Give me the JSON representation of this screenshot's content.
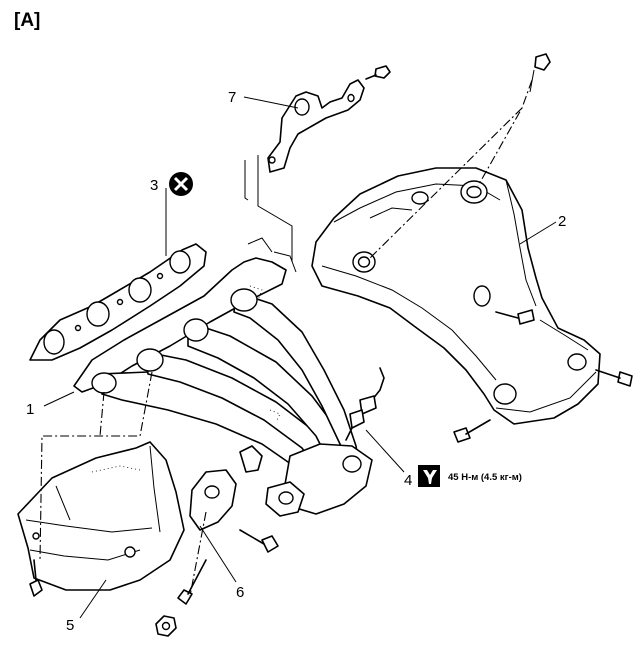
{
  "figure": {
    "view_label": "[A]",
    "callouts": [
      {
        "id": "1",
        "text": "1"
      },
      {
        "id": "2",
        "text": "2"
      },
      {
        "id": "3",
        "text": "3"
      },
      {
        "id": "4",
        "text": "4"
      },
      {
        "id": "5",
        "text": "5"
      },
      {
        "id": "6",
        "text": "6"
      },
      {
        "id": "7",
        "text": "7"
      }
    ],
    "torque_spec": "45 Н-м (4.5 кг-м)",
    "symbols": {
      "do_not_reuse": "x-circle-icon",
      "tightening_torque": "wrench-icon"
    }
  }
}
